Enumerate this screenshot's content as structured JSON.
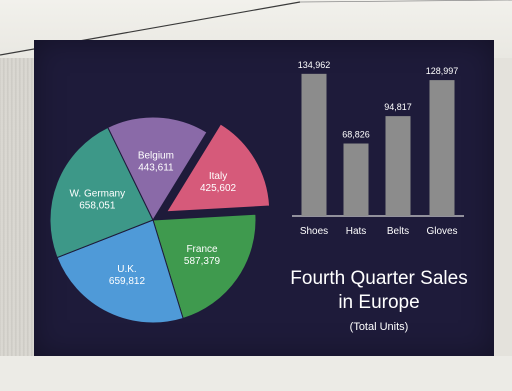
{
  "chart_data": [
    {
      "type": "pie",
      "categories": [
        "Italy",
        "France",
        "U.K.",
        "W. Germany",
        "Belgium"
      ],
      "values": [
        425602,
        587379,
        659812,
        658051,
        443611
      ],
      "labels": [
        "425,602",
        "587,379",
        "659,812",
        "658,051",
        "443,611"
      ],
      "colors": [
        "#d65a7a",
        "#3f9a4e",
        "#4f9ad8",
        "#3d9888",
        "#8a6aa8"
      ],
      "exploded": "Italy"
    },
    {
      "type": "bar",
      "categories": [
        "Shoes",
        "Hats",
        "Belts",
        "Gloves"
      ],
      "values": [
        134962,
        68826,
        94817,
        128997
      ],
      "labels": [
        "134,962",
        "68,826",
        "94,817",
        "128,997"
      ],
      "bar_color": "#8c8c8c",
      "ylim": [
        0,
        150000
      ],
      "grid": false
    }
  ],
  "caption": {
    "line1": "Fourth Quarter Sales",
    "line2": "in Europe",
    "line3": "(Total Units)"
  },
  "colors": {
    "background": "#1e1b3a",
    "text": "#ffffff"
  }
}
